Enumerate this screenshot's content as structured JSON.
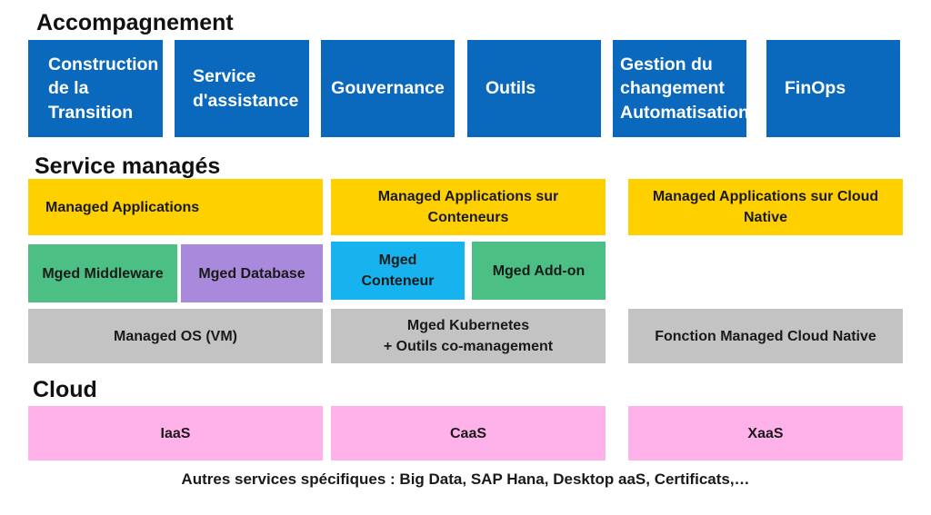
{
  "sections": {
    "accompagnement": "Accompagnement",
    "managed": "Service managés",
    "cloud": "Cloud"
  },
  "accompagnement": {
    "construction": "Construction\nde la\nTransition",
    "assistance": "Service\nd'assistance",
    "gouvernance": "Gouvernance",
    "outils": "Outils",
    "gestion": "Gestion du\nchangement\nAutomatisation",
    "finops": "FinOps"
  },
  "managed": {
    "apps": "Managed Applications",
    "apps_conteneurs": "Managed Applications sur\nConteneurs",
    "apps_cloud_native": "Managed Applications sur Cloud\nNative",
    "middleware": "Mged Middleware",
    "database": "Mged Database",
    "conteneur": "Mged\nConteneur",
    "addon": "Mged Add-on",
    "os": "Managed OS (VM)",
    "kubernetes": "Mged Kubernetes\n+ Outils co-management",
    "cloud_native": "Fonction Managed Cloud Native"
  },
  "cloud": {
    "iaas": "IaaS",
    "caas": "CaaS",
    "xaas": "XaaS"
  },
  "footer": "Autres services spécifiques : Big Data, SAP Hana, Desktop aaS, Certificats,…",
  "colors": {
    "blue": "#0a68bd",
    "yellow": "#ffd000",
    "green": "#4cc084",
    "purple": "#a989dc",
    "cyan": "#16b3ef",
    "gray": "#c3c3c3",
    "pink": "#ffb2e9"
  }
}
